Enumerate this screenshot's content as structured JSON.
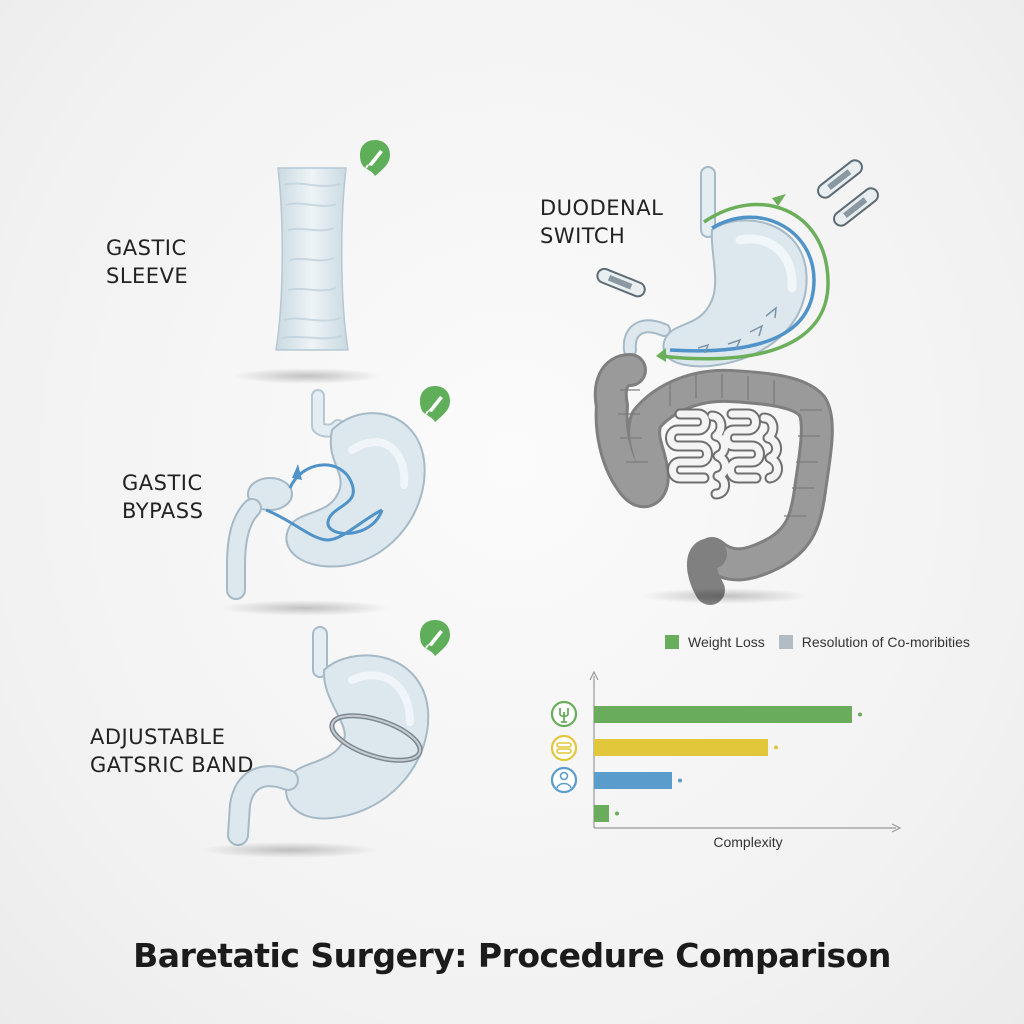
{
  "title": "Baretatic Surgery: Procedure Comparison",
  "procedures": [
    {
      "line1": "GASTIC",
      "line2": "SLEEVE"
    },
    {
      "line1": "GASTIC",
      "line2": "BYPASS"
    },
    {
      "line1": "ADJUSTABLE",
      "line2": "GATSRIC BAND"
    },
    {
      "line1": "DUODENAL",
      "line2": "SWITCH"
    }
  ],
  "colors": {
    "green": "#69ad5c",
    "yellow": "#e3c73a",
    "blue": "#5a9ccc",
    "gray_swatch": "#b2bcc4",
    "stomach_fill": "#dde8ee",
    "stomach_stroke": "#9fb4c2",
    "intestine": "#8e8e8e"
  },
  "icons": [
    "scalpel-icon",
    "medical-tube-icon",
    "cutlery-icon",
    "sandwich-icon",
    "person-icon"
  ],
  "chart_data": {
    "type": "bar",
    "orientation": "horizontal",
    "xlabel": "Complexity",
    "ylabel": "",
    "grid": false,
    "legend_position": "top-right",
    "legend": [
      {
        "name": "Weight Loss",
        "color": "#69ad5c"
      },
      {
        "name": "Resolution of Co-moribities",
        "color": "#b2bcc4"
      }
    ],
    "categories": [
      "cutlery-icon",
      "sandwich-icon",
      "person-icon",
      ""
    ],
    "values": [
      86,
      58,
      26,
      5
    ],
    "bar_colors": [
      "#69ad5c",
      "#e3c73a",
      "#5a9ccc",
      "#69ad5c"
    ],
    "xlim": [
      0,
      100
    ]
  }
}
